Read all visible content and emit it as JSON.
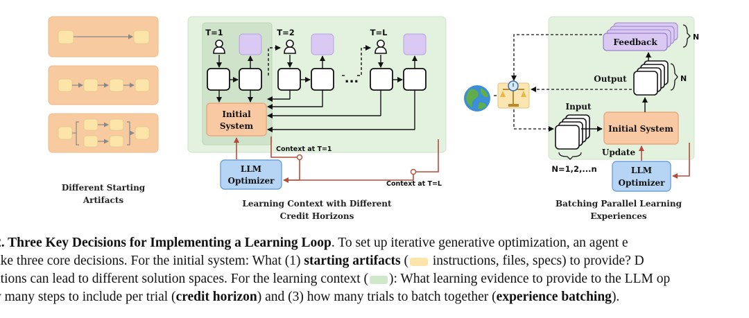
{
  "panel1": {
    "title_line1": "Different Starting",
    "title_line2": "Artifacts"
  },
  "panel2": {
    "labels": {
      "t1": "T=1",
      "t2": "T=2",
      "tl": "T=L"
    },
    "initial_system_line1": "Initial",
    "initial_system_line2": "System",
    "ellipsis": "...",
    "context_t1": "Context at T=1",
    "context_tl": "Context at T=L",
    "optimizer_line1": "LLM",
    "optimizer_line2": "Optimizer",
    "title_line1": "Learning Context with Different",
    "title_line2": "Credit Horizons"
  },
  "panel3": {
    "feedback": "Feedback",
    "output": "Output",
    "input": "Input",
    "n1": "N",
    "n2": "N",
    "n_range": "N=1,2,...n",
    "initial_system": "Initial System",
    "update": "Update",
    "optimizer_line1": "LLM",
    "optimizer_line2": "Optimizer",
    "title_line1": "Batching Parallel Learning",
    "title_line2": "Experiences"
  },
  "caption": {
    "l1_a": "2. Three Key Decisions for Implementing a Learning Loop",
    "l1_b": ". To set up iterative generative optimization, an agent e",
    "l2_a": "ake three core decisions. For the initial system: What (1) ",
    "l2_b": "starting artifacts",
    "l2_c": " (",
    "l2_d": " instructions, files, specs) to provide? D",
    "l3_a": "ations can lead to different solution spaces. For the learning context (",
    "l3_b": "): What learning evidence to provide to the LLM op",
    "l4_a": "v many steps to include per trial (",
    "l4_b": "credit horizon",
    "l4_c": ") and (3) how many trials to batch together (",
    "l4_d": "experience batching",
    "l4_e": ")."
  },
  "colors": {
    "artifact_bg": "#f7cb9f",
    "artifact_node": "#fde5aa",
    "context_bg": "#e2f2de",
    "system_bg": "#f9c9a4",
    "optimizer_bg": "#b6d4f4",
    "feedback_bg": "#d9c9f3",
    "arrow_red": "#b84a3a"
  }
}
